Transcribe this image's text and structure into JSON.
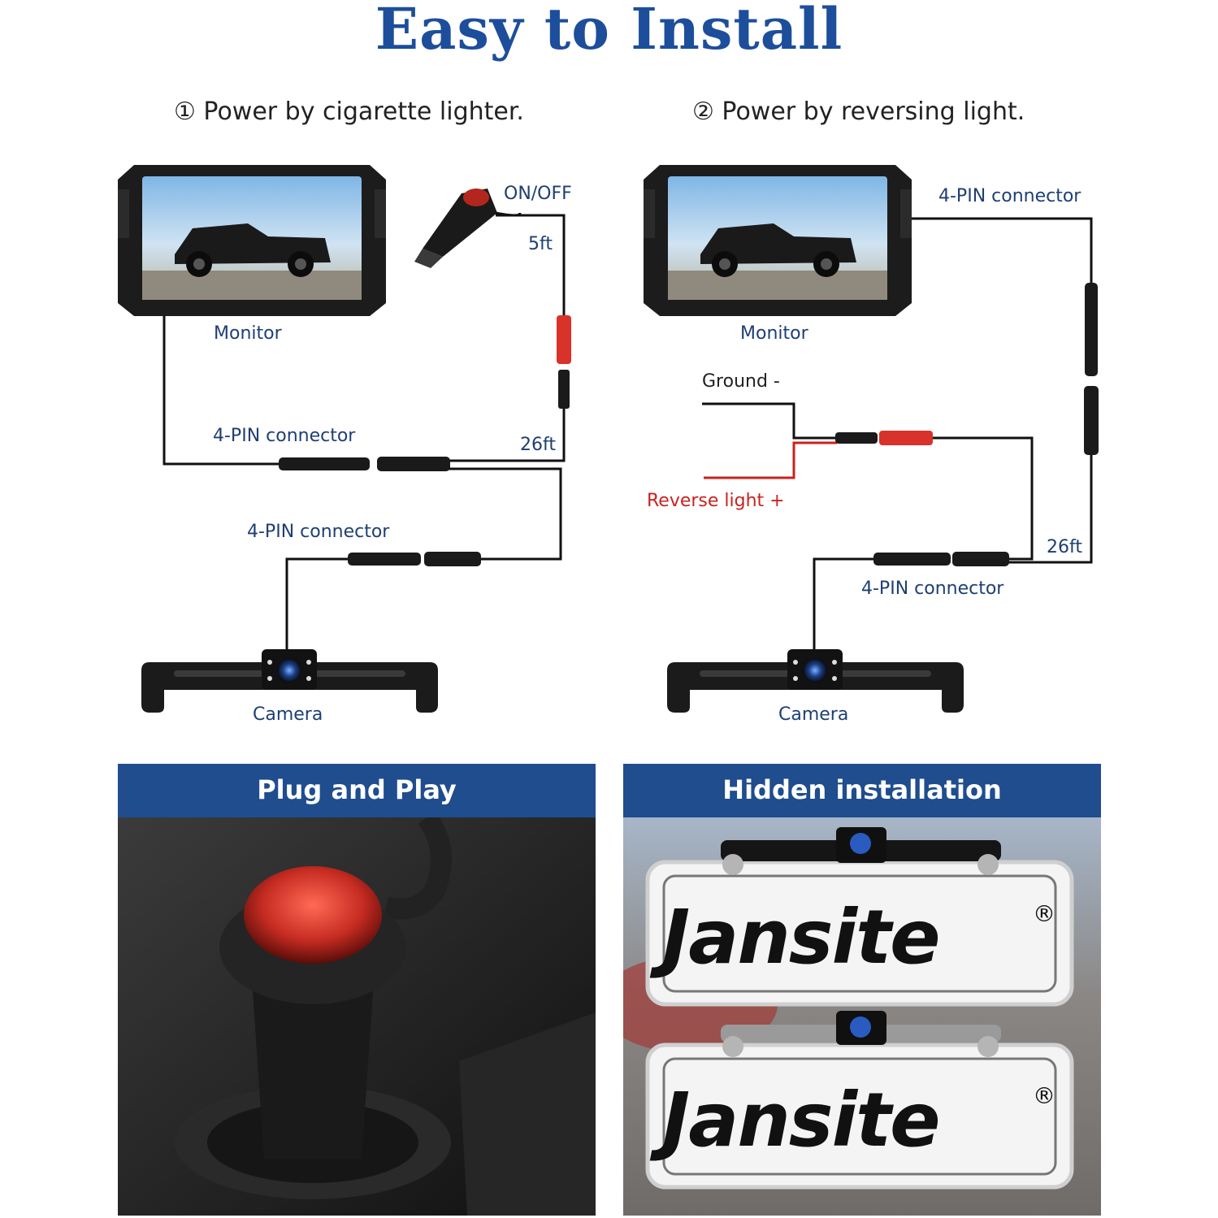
{
  "title": "Easy to Install",
  "option1": {
    "heading": "① Power by cigarette lighter.",
    "monitor_label": "Monitor",
    "switch_label": "ON/OFF",
    "cable_5ft": "5ft",
    "connector_top": "4-PIN connector",
    "cable_26ft": "26ft",
    "connector_bottom": "4-PIN connector",
    "camera_label": "Camera"
  },
  "option2": {
    "heading": "② Power by reversing light.",
    "monitor_label": "Monitor",
    "connector_top": "4-PIN connector",
    "ground_label": "Ground -",
    "reverse_label": "Reverse light +",
    "cable_26ft": "26ft",
    "connector_bottom": "4-PIN connector",
    "camera_label": "Camera"
  },
  "panels": {
    "plug_play": "Plug and Play",
    "hidden_install": "Hidden installation",
    "brand_top": "Jansite",
    "brand_bottom": "Jansite",
    "registered_mark": "®"
  },
  "colors": {
    "title_blue": "#1d4e9b",
    "label_blue": "#1e3f73",
    "panel_header": "#1f4d8e",
    "reverse_red": "#c9231f"
  }
}
